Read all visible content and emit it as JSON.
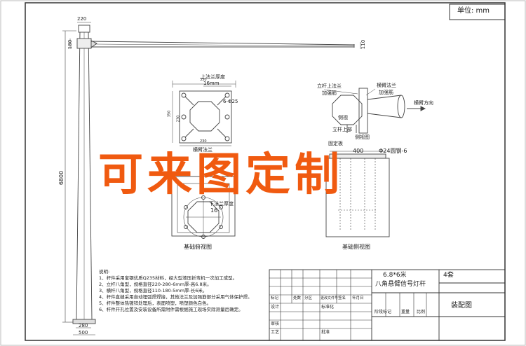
{
  "sheet": {
    "unit_label": "单位: mm",
    "watermark": "可来图定制"
  },
  "pole": {
    "height_label": "6800",
    "top_width": "220",
    "flange_dim": "180",
    "arm_end_dim": "110",
    "base_dim_1": "280",
    "base_dim_2": "500"
  },
  "arm_flange": {
    "thickness_label": "上法兰厚度",
    "thickness_value": "16mm",
    "hole_label": "6-Φ25",
    "width_top": "350",
    "width_bottom": "230",
    "height_left": "350",
    "height_inner": "230",
    "caption": "横臂法兰"
  },
  "side_view": {
    "label_upper_flange": "立杆上法兰",
    "label_arm_flange": "横臂法兰",
    "label_stiffener": "加强筋",
    "label_stiffener2": "加强筋",
    "label_arm_direction": "横臂方向",
    "label_lateral": "侧视",
    "label_pole_top": "立杆上部",
    "caption": "侧视图"
  },
  "foundation_top": {
    "label_thickness": "下法兰厚度",
    "thickness_value": "16",
    "caption": "基础俯视图"
  },
  "foundation_side": {
    "label_plate": "固定板",
    "dim_400": "400",
    "dim_rebar": "Φ24圆钢-6",
    "caption": "基础侧视图"
  },
  "notes": {
    "title": "说明:",
    "items": [
      "1、杆件采用宝钢优质Q235材料，经大型液压折弯机一次加工成型。",
      "2、立杆八角型，规格直径220-280-6mm厚-高6.8米。",
      "3、横杆八角型，规格直径110-180-5mm厚-长6米。",
      "4、杆件直缝采用自动埋弧焊焊接，其他法兰及加强筋部分采用气体保护焊。",
      "5、杆件整体热镀锌处理后，表面喷塑，喷塑颜色白色。",
      "6、杆件开孔位置及安装设备所需附件需根据施工现场实际测量后确定。"
    ]
  },
  "title_block": {
    "product_dims": "6.8*6米",
    "product_name": "八角悬臂信号灯杆",
    "quantity": "4套",
    "drawing_type": "装配图",
    "col_mark": "标记",
    "col_count": "处数",
    "col_zone": "分区",
    "col_doc": "更改文件号",
    "col_sign": "签名",
    "col_date": "年月日",
    "row_design": "设计",
    "row_standard": "标准化",
    "row_review": "审核",
    "row_process": "工艺",
    "row_approve": "批准",
    "stage": "阶段标记",
    "weight": "重量",
    "scale": "比例"
  }
}
